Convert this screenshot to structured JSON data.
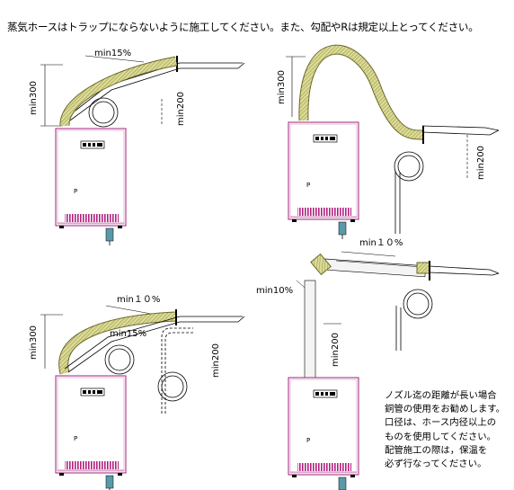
{
  "title": "蒸気ホースはトラップにならないように施工してください。また、勾配やRは規定以上とってください。",
  "labels": {
    "min15": "min15%",
    "min10_full": "min１０%",
    "min10": "min10%",
    "min300": "min300",
    "min200": "min200",
    "p": "P"
  },
  "notes": [
    "ノズル迄の距離が長い場合",
    "銅管の使用をお勧めします。",
    "口径は、ホース内径以上の",
    "ものを使用してください。",
    "配管施工の際は，保温を",
    "必ず行なってください。"
  ],
  "colors": {
    "hose": "#d8d890",
    "unit": "#a0207a",
    "pipe": "#000000"
  }
}
